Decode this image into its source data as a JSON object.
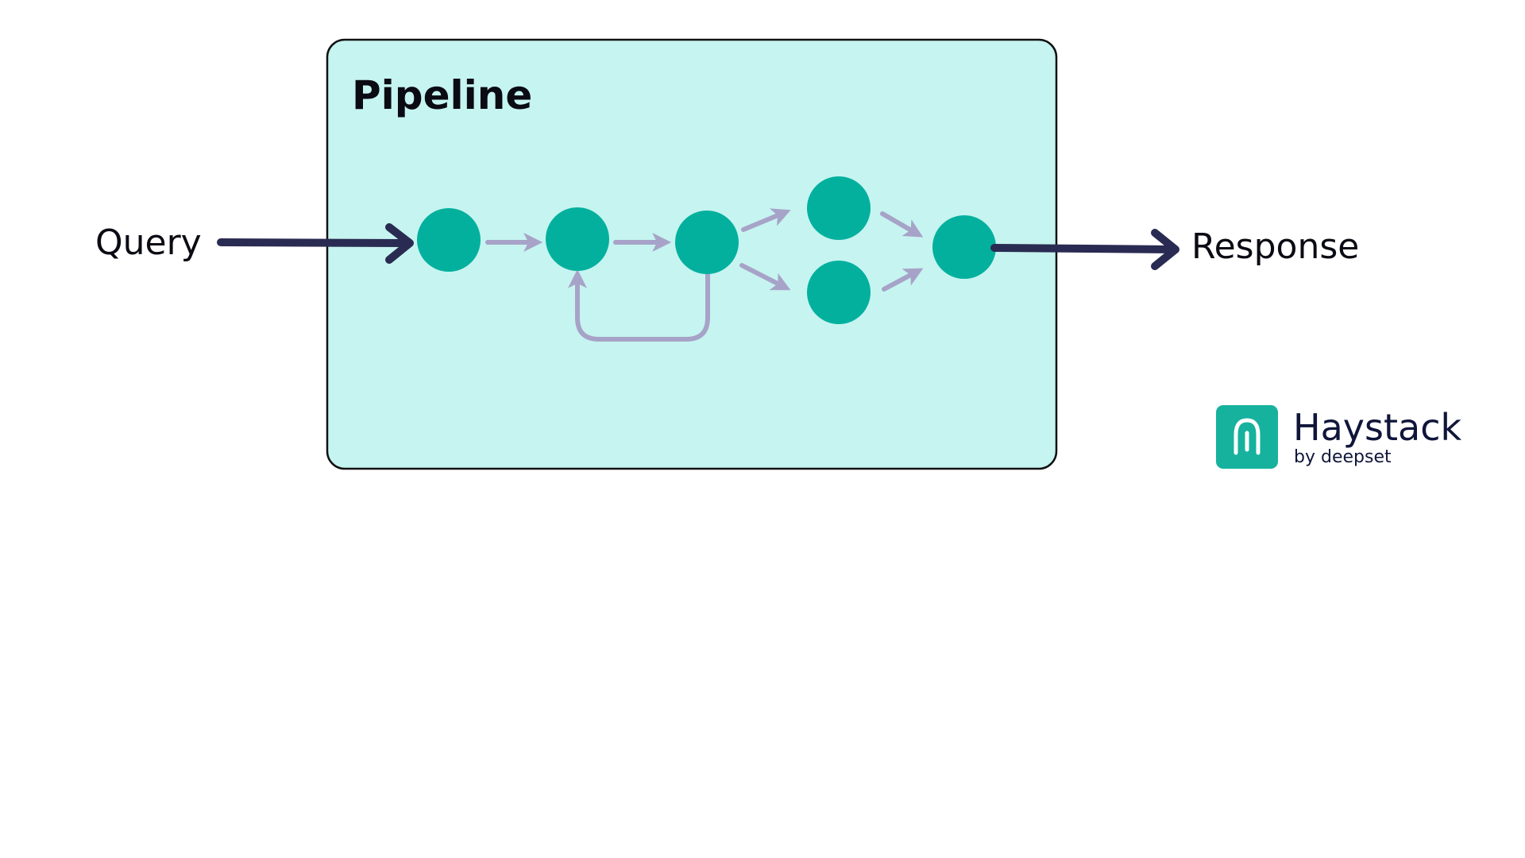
{
  "pipeline": {
    "title": "Pipeline"
  },
  "input": {
    "label": "Query"
  },
  "output": {
    "label": "Response"
  },
  "brand": {
    "name": "Haystack",
    "tagline": "by deepset",
    "logo_icon": "haystack-logo-icon"
  },
  "colors": {
    "pipeline_fill": "#c6f4f0",
    "pipeline_border": "#111111",
    "node": "#03b09e",
    "inner_arrow": "#a7a3c8",
    "io_arrow": "#2a2b52",
    "brand_mark": "#16b29e",
    "brand_text": "#10163a"
  }
}
